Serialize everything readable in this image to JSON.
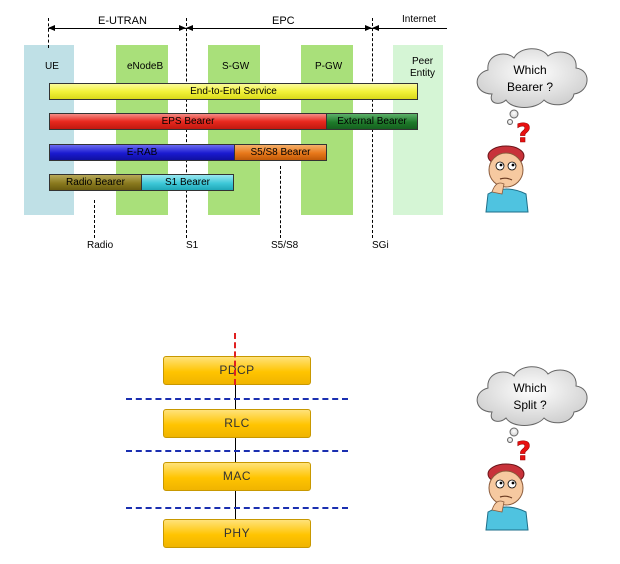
{
  "domains": {
    "eutran": "E-UTRAN",
    "epc": "EPC",
    "internet": "Internet"
  },
  "nodes": {
    "ue": "UE",
    "enodeb": "eNodeB",
    "sgw": "S-GW",
    "pgw": "P-GW",
    "peer_line1": "Peer",
    "peer_line2": "Entity"
  },
  "bearers": {
    "end_to_end": "End-to-End Service",
    "eps": "EPS Bearer",
    "external": "External Bearer",
    "erab": "E-RAB",
    "s5s8": "S5/S8 Bearer",
    "radio": "Radio Bearer",
    "s1": "S1 Bearer"
  },
  "interfaces": {
    "radio": "Radio",
    "s1": "S1",
    "s5s8": "S5/S8",
    "sgi": "SGi"
  },
  "questions": {
    "bearer_line1": "Which",
    "bearer_line2": "Bearer ?",
    "split_line1": "Which",
    "split_line2": "Split ?"
  },
  "layers": {
    "pdcp": "PDCP",
    "rlc": "RLC",
    "mac": "MAC",
    "phy": "PHY"
  },
  "colors": {
    "ue_column": "#bfe0e6",
    "gateway_columns": "#a9e07a",
    "peer_column": "#d5f5d5",
    "end_to_end": "#f2f23a",
    "eps": "#e8281e",
    "external": "#1e7a2a",
    "erab": "#1a1ad0",
    "s5s8": "#e8781a",
    "radio": "#8a7a1e",
    "s1": "#3ec8d8",
    "split_line": "#1a2fb0",
    "pdcp_split": "#e02020"
  }
}
